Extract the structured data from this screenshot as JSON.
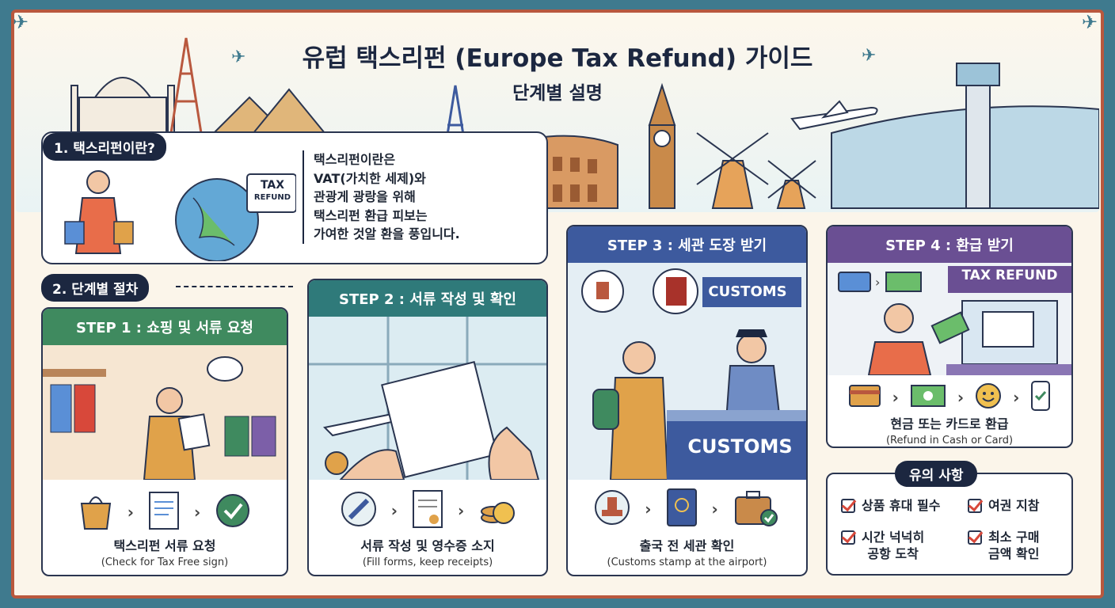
{
  "header": {
    "title": "유럽 택스리펀 (Europe Tax Refund) 가이드",
    "subtitle": "단계별 설명"
  },
  "intro": {
    "label": "1. 택스리펀이란?",
    "sign_line1": "TAX",
    "sign_line2": "REFUND",
    "text_lines": [
      "택스리펀이란은",
      "VAT(가치한 세제)와",
      "관광게 광랑을 위해",
      "택스리펀 환급 피보는",
      "가여한 것알 환을 풍입니다."
    ]
  },
  "steps_label": "2. 단계별 절차",
  "steps": [
    {
      "header": "STEP 1 : 쇼핑 및 서류 요청",
      "caption_ko": "택스리펀 서류 요청",
      "caption_en": "(Check for Tax Free sign)"
    },
    {
      "header": "STEP 2 : 서류 작성 및 확인",
      "caption_ko": "서류 작성 및 영수증 소지",
      "caption_en": "(Fill forms, keep receipts)"
    },
    {
      "header": "STEP 3 : 세관 도장 받기",
      "caption_ko": "출국 전 세관 확인",
      "caption_en": "(Customs stamp at the airport)",
      "customs_bubble": "CUSTOMS",
      "customs_desk": "CUSTOMS"
    },
    {
      "header": "STEP 4 : 환급 받기",
      "caption_ko": "현금 또는 카드로 환급",
      "caption_en": "(Refund in Cash or Card)",
      "counter_sign": "TAX REFUND"
    }
  ],
  "notes": {
    "title": "유의 사항",
    "items": [
      {
        "line1": "상품 휴대 필수",
        "line2": ""
      },
      {
        "line1": "여권 지참",
        "line2": ""
      },
      {
        "line1": "시간 넉넉히",
        "line2": "공항 도착"
      },
      {
        "line1": "최소 구매",
        "line2": "금액 확인"
      }
    ]
  },
  "colors": {
    "step1": "#3f8a5f",
    "step2": "#2f7a7a",
    "step3": "#3d5a9e",
    "step4": "#6a4f93",
    "frame": "#b9583e",
    "dark": "#1c2740"
  }
}
